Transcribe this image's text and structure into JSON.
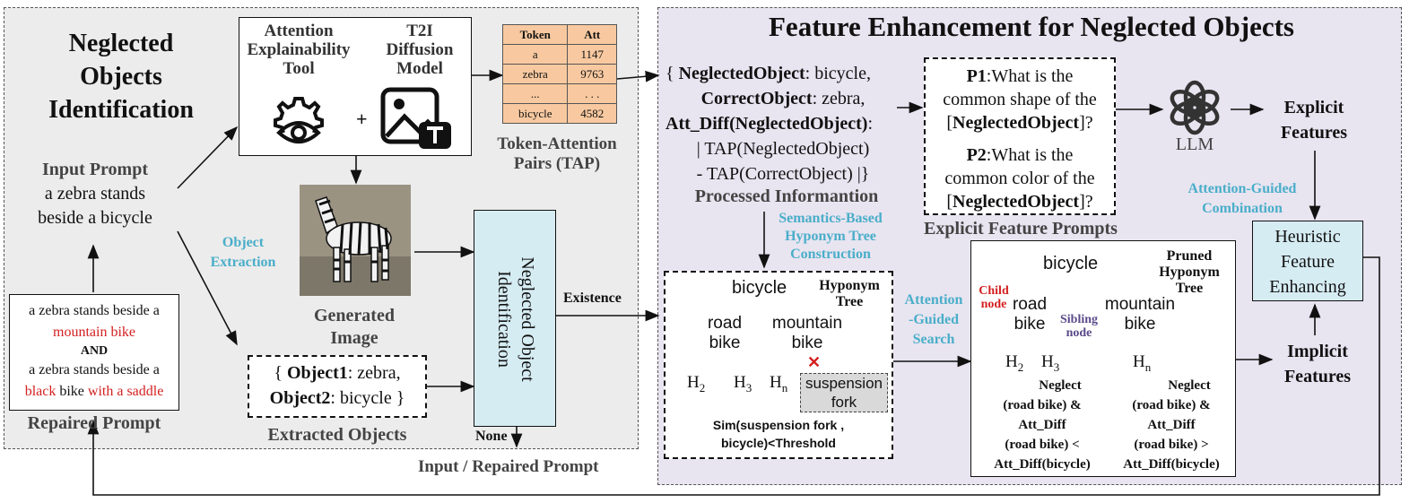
{
  "left_panel": {
    "title": "Neglected Objects Identification",
    "title_lines": [
      "Neglected",
      "Objects",
      "Identification"
    ],
    "attention_tool": [
      "Attention",
      "Explainability",
      "Tool"
    ],
    "t2i_model": [
      "T2I",
      "Diffusion",
      "Model"
    ],
    "plus": "+",
    "tap_table": {
      "headers": [
        "Token",
        "Att"
      ],
      "rows": [
        [
          "a",
          "1147"
        ],
        [
          "zebra",
          "9763"
        ],
        [
          "...",
          ". . ."
        ],
        [
          "bicycle",
          "4582"
        ]
      ]
    },
    "tap_caption": [
      "Token-Attention",
      "Pairs (TAP)"
    ],
    "input_prompt_title": "Input Prompt",
    "input_prompt_text": [
      "a zebra stands",
      "beside a bicycle"
    ],
    "object_extraction": [
      "Object",
      "Extraction"
    ],
    "generated_image_caption": [
      "Generated",
      "Image"
    ],
    "extracted_objects": {
      "obj1_key": "Object1",
      "obj1_val": ": zebra,",
      "obj2_key": "Object2",
      "obj2_val": ": bicycle }",
      "open": "{ "
    },
    "extracted_objects_caption": "Extracted Objects",
    "noi_box": [
      "Neglected Object",
      "Identification"
    ],
    "existence_label": "Existence",
    "none_label": "None",
    "input_repaired_label": "Input / Repaired Prompt",
    "repaired_prompt": {
      "line1": "a zebra stands beside a",
      "line2": "mountain bike",
      "and": "AND",
      "line3": "a zebra stands beside a",
      "line4a": "black",
      "line4b": "bike",
      "line4c": "with a saddle"
    },
    "repaired_prompt_caption": "Repaired Prompt"
  },
  "right_panel": {
    "title": "Feature Enhancement for Neglected Objects",
    "processed_info": {
      "l1_brace": "{ ",
      "l1_key": "NeglectedObject",
      "l1_val": ": bicycle,",
      "l2_key": "CorrectObject",
      "l2_val": ": zebra,",
      "l3_key": "Att_Diff(NeglectedObject)",
      "l3_val": ":",
      "l4": "| TAP(NeglectedObject)",
      "l5": "- TAP(CorrectObject) |}",
      "caption": "Processed Informantion"
    },
    "prompts": {
      "p1_label": "P1",
      "p1_text_a": ":What is the",
      "p1_text_b": "common shape of the",
      "p1_text_c_open": "[",
      "p1_text_c_key": "NeglectedObject",
      "p1_text_c_close": "]?",
      "p2_label": "P2",
      "p2_text_a": ":What is the",
      "p2_text_b": "common color of the",
      "p2_text_c_open": "[",
      "p2_text_c_key": "NeglectedObject",
      "p2_text_c_close": "]?",
      "caption": "Explicit Feature Prompts"
    },
    "llm_label": "LLM",
    "explicit_features": [
      "Explicit",
      "Features"
    ],
    "attention_guided_combination": [
      "Attention-Guided",
      "Combination"
    ],
    "heuristic_box": [
      "Heuristic",
      "Feature",
      "Enhancing"
    ],
    "implicit_features": [
      "Implicit",
      "Features"
    ],
    "semantics_label": [
      "Semantics-Based",
      "Hyponym Tree",
      "Construction"
    ],
    "attention_guided_search": [
      "Attention",
      "-Guided",
      "Search"
    ],
    "hyponym_tree": {
      "title": [
        "Hyponym",
        "Tree"
      ],
      "root": "bicycle",
      "road": [
        "road",
        "bike"
      ],
      "mountain": [
        "mountain",
        "bike"
      ],
      "h2": "H",
      "h2_sub": "2",
      "h3": "H",
      "h3_sub": "3",
      "hn": "H",
      "hn_sub": "n",
      "cross": "✕",
      "suspension": [
        "suspension",
        "fork"
      ],
      "sim_text": [
        "Sim(suspension fork ,",
        "bicycle)<Threshold"
      ]
    },
    "pruned_tree": {
      "title": [
        "Pruned",
        "Hyponym",
        "Tree"
      ],
      "root": "bicycle",
      "child_node": [
        "Child",
        "node"
      ],
      "road": [
        "road",
        "bike"
      ],
      "sibling_node": [
        "Sibling",
        "node"
      ],
      "mountain": [
        "mountain",
        "bike"
      ],
      "h2": "H",
      "h2_sub": "2",
      "h3": "H",
      "h3_sub": "3",
      "hn": "H",
      "hn_sub": "n",
      "neglect_left": [
        "Neglect",
        "(road bike) &",
        "Att_Diff",
        "(road bike) <",
        "Att_Diff(bicycle)"
      ],
      "neglect_right": [
        "Neglect",
        "(road bike) &",
        "Att_Diff",
        "(road bike) >",
        "Att_Diff(bicycle)"
      ]
    }
  },
  "colors": {
    "teal": "#4aaec9",
    "red": "#d42020",
    "purple": "#5a4a8a",
    "heuristic_fill": "#d6ecf3",
    "noi_fill": "#d6ecf3",
    "tap_fill": "#f8c9a0",
    "left_bg": "#ececec",
    "right_bg": "#e8e4f0"
  },
  "icons": [
    "eye-gear-icon",
    "image-text-icon",
    "openai-llm-icon",
    "zebra-image",
    "arrow-icon"
  ]
}
